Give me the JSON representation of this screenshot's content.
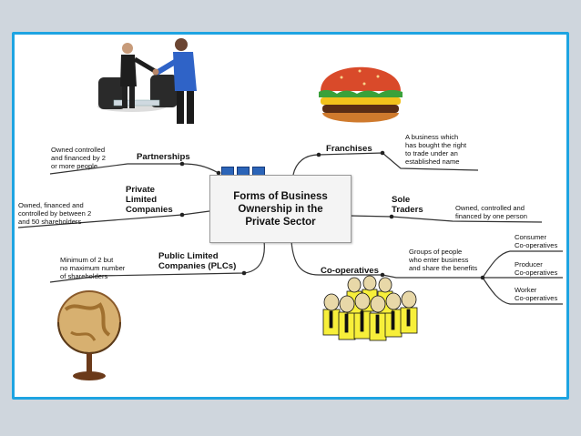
{
  "center": {
    "title": "Forms of Business\nOwnership in the\nPrivate Sector"
  },
  "branches": {
    "partnerships": {
      "label": "Partnerships",
      "note": "Owned controlled\nand financed by 2\nor more people"
    },
    "private_limited": {
      "label": "Private\nLimited\nCompanies",
      "note": "Owned, financed and\ncontrolled by between 2\nand 50 shareholders"
    },
    "plc": {
      "label": "Public Limited\nCompanies (PLCs)",
      "note": "Minimum of 2 but\nno maximum number\nof shareholders"
    },
    "franchises": {
      "label": "Franchises",
      "note": "A business which\nhas bought the right\nto trade under an\nestablished name"
    },
    "sole_traders": {
      "label": "Sole\nTraders",
      "note": "Owned, controlled and\nfinanced by one person"
    },
    "cooperatives": {
      "label": "Co-operatives",
      "note": "Groups of people\nwho enter business\nand share the benefits",
      "types": [
        "Consumer\nCo-operatives",
        "Producer\nCo-operatives",
        "Worker\nCo-operatives"
      ]
    }
  },
  "colors": {
    "frame": "#1ea4e2",
    "link": "#333333",
    "squares": "#2b64b8"
  }
}
